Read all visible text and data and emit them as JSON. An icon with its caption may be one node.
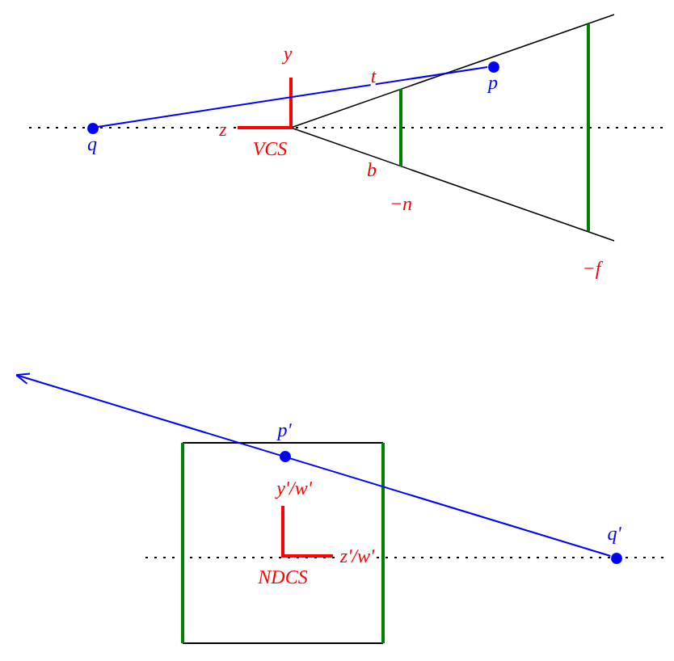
{
  "diagram": {
    "nodes": [
      {
        "text": [
          "q"
        ]
      },
      {
        "text": [
          "p"
        ]
      },
      {
        "text": [
          "p'"
        ]
      },
      {
        "text": [
          "q'"
        ]
      }
    ],
    "edges": [
      {
        "from": 0,
        "to": 1,
        "arrow": "none",
        "color": "#0000ff"
      },
      {
        "from": 3,
        "to": null,
        "arrow": "to",
        "color": "#0000ff"
      }
    ],
    "labels": [
      "y",
      "z",
      "VCS",
      "t",
      "b",
      "−n",
      "−f",
      "y'/w'",
      "z'/w'",
      "NDCS"
    ]
  }
}
